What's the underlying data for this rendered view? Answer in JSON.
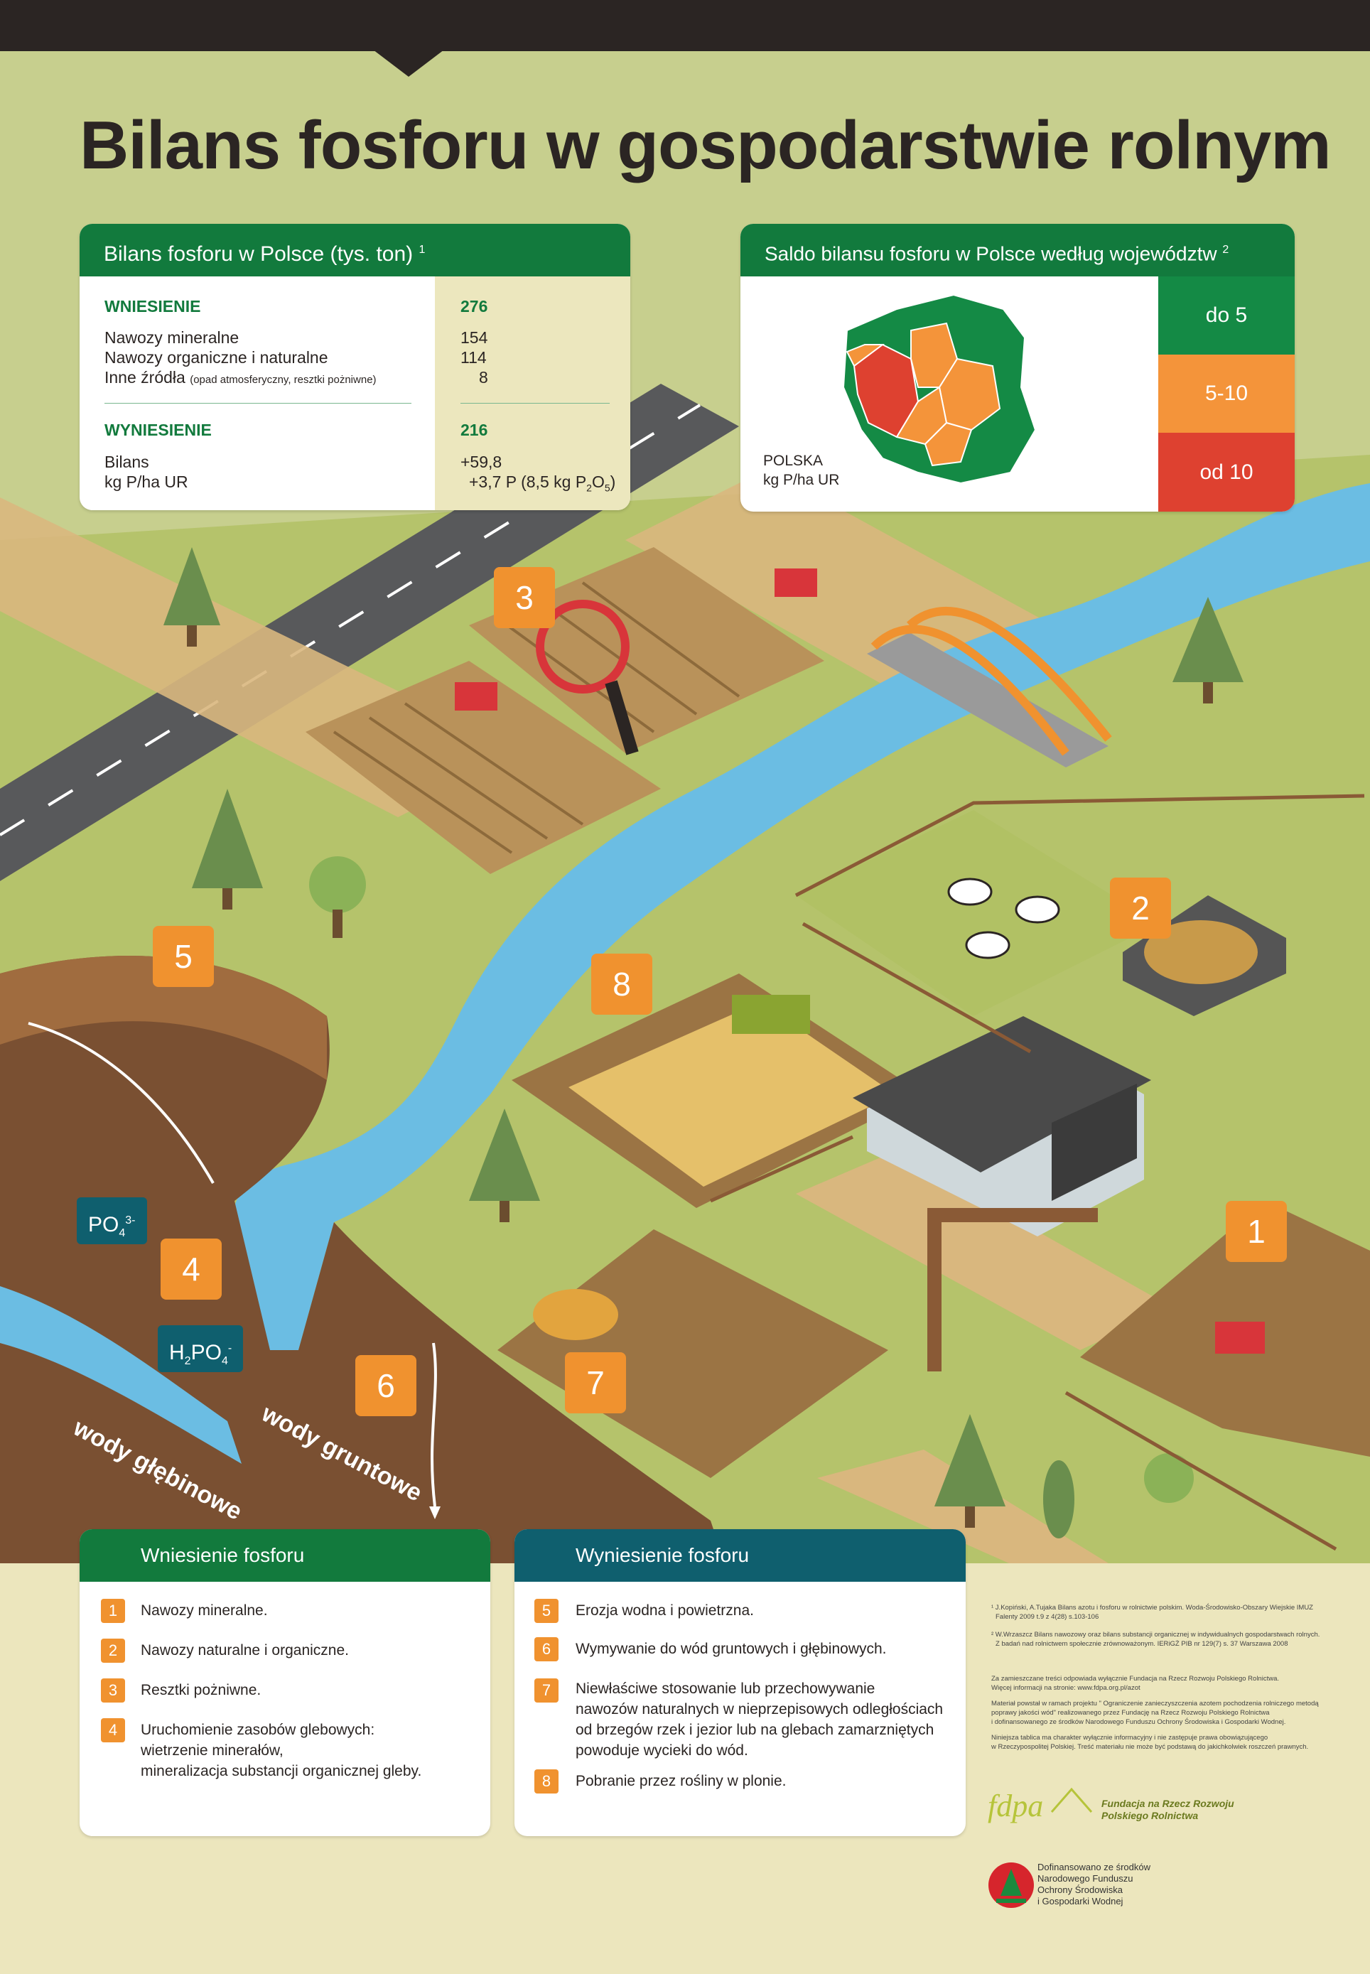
{
  "title": "Bilans fosforu w gospodarstwie rolnym",
  "balance_table": {
    "header": "Bilans fosforu w Polsce  (tys. ton) ",
    "header_sup": "1",
    "inflow_label": "WNIESIENIE",
    "inflow_total": "276",
    "rows": [
      {
        "label": "Nawozy mineralne",
        "value": "154"
      },
      {
        "label": "Nawozy organiczne i naturalne",
        "value": "114"
      },
      {
        "label": "Inne źródła",
        "note": "(opad atmosferyczny, resztki pożniwne)",
        "value": "8"
      }
    ],
    "outflow_label": "WYNIESIENIE",
    "outflow_total": "216",
    "bilans_label": "Bilans",
    "bilans_value": "+59,8",
    "unit_label": "kg P/ha UR",
    "unit_value": "+3,7 P  (8,5 kg P",
    "unit_sub1": "2",
    "unit_mid": "O",
    "unit_sub2": "5",
    "unit_end": ")"
  },
  "map_card": {
    "header": "Saldo bilansu fosforu w Polsce według województw ",
    "header_sup": "2",
    "country": "POLSKA",
    "unit": "kg P/ha UR",
    "legend": [
      {
        "label": "do 5",
        "color": "#148a45"
      },
      {
        "label": "5-10",
        "color": "#f4943a"
      },
      {
        "label": "od 10",
        "color": "#de4130"
      }
    ]
  },
  "scene_badges": [
    "1",
    "2",
    "3",
    "4",
    "5",
    "6",
    "7",
    "8"
  ],
  "chem": {
    "po4": {
      "base": "PO",
      "sub": "4",
      "sup": "3-"
    },
    "h2po4": {
      "a": "H",
      "sub1": "2",
      "b": "PO",
      "sub2": "4",
      "sup": "-"
    }
  },
  "water_labels": {
    "deep": "wody głębinowe",
    "ground": "wody gruntowe"
  },
  "inflow_list": {
    "header": "Wniesienie fosforu",
    "items": [
      {
        "n": "1",
        "text": "Nawozy mineralne."
      },
      {
        "n": "2",
        "text": "Nawozy  naturalne i organiczne."
      },
      {
        "n": "3",
        "text": "Resztki pożniwne."
      },
      {
        "n": "4",
        "text": "Uruchomienie zasobów glebowych:",
        "text2": "wietrzenie minerałów,",
        "text3": "mineralizacja substancji organicznej gleby."
      }
    ]
  },
  "outflow_list": {
    "header": "Wyniesienie fosforu",
    "items": [
      {
        "n": "5",
        "text": "Erozja wodna i powietrzna."
      },
      {
        "n": "6",
        "text": "Wymywanie do wód gruntowych i głębinowych."
      },
      {
        "n": "7",
        "text": "Niewłaściwe stosowanie lub przechowywanie",
        "text2": "nawozów naturalnych w nieprzepisowych odległościach",
        "text3": "od brzegów rzek i jezior lub na glebach zamarzniętych",
        "text4": "powoduje wycieki do wód."
      },
      {
        "n": "8",
        "text": "Pobranie przez rośliny w plonie."
      }
    ]
  },
  "footnotes": {
    "f1a": "¹ J.Kopiński, A.Tujaka Bilans azotu i fosforu w rolnictwie polskim. Woda-Środowisko-Obszary Wiejskie IMUZ",
    "f1b": "Falenty 2009  t.9 z 4(28) s.103-106",
    "f2a": "² W.Wrzaszcz Bilans nawozowy oraz bilans substancji organicznej w indywidualnych gospodarstwach rolnych.",
    "f2b": "Z badań nad rolnictwem społecznie zrównoważonym.  IERiGŻ PIB nr 129(7)  s. 37 Warszawa 2008",
    "n1": "Za zamieszczane treści odpowiada wyłącznie Fundacja na Rzecz Rozwoju Polskiego Rolnictwa.",
    "n2": "Więcej informacji na stronie: www.fdpa.org.pl/azot",
    "n3": "Materiał powstał w ramach projektu \" Ograniczenie zanieczyszczenia azotem pochodzenia rolniczego metodą",
    "n4": "poprawy jakości wód\" realizowanego przez Fundację na Rzecz Rozwoju Polskiego Rolnictwa",
    "n5": "i dofinansowanego ze środków Narodowego Funduszu Ochrony Środowiska i Gospodarki Wodnej.",
    "n6": "Niniejsza tablica ma charakter wyłącznie informacyjny i nie zastępuje prawa obowiązującego",
    "n7": "w Rzeczypospolitej Polskiej. Treść materiału nie może być podstawą do jakichkolwiek roszczeń prawnych."
  },
  "logo_fdpa": {
    "mark": "fdpa",
    "line1": "Fundacja na Rzecz Rozwoju",
    "line2": "Polskiego Rolnictwa"
  },
  "logo_nfos": {
    "line1": "Dofinansowano ze środków",
    "line2": "Narodowego Funduszu",
    "line3": "Ochrony Środowiska",
    "line4": "i Gospodarki Wodnej"
  },
  "colors": {
    "green": "#127a3d",
    "teal": "#0f5f6e",
    "orange": "#f0922f",
    "grass": "#b6c46a",
    "river": "#6bbde3",
    "soil": "#7a5032"
  }
}
